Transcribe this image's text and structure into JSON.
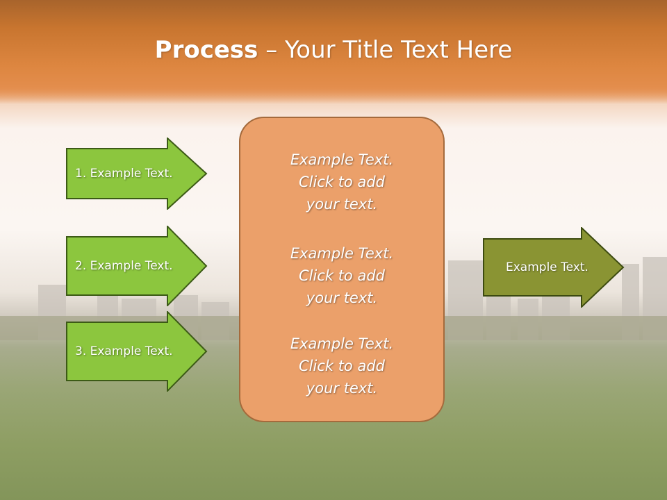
{
  "title": {
    "bold": "Process",
    "dash": "–",
    "rest": "Your Title Text Here"
  },
  "left_arrows": [
    {
      "label": "1. Example Text."
    },
    {
      "label": "2. Example Text."
    },
    {
      "label": "3. Example Text."
    }
  ],
  "center_box": {
    "paragraphs": [
      {
        "line1": "Example Text.",
        "line2": "Click  to add",
        "line3": "your text."
      },
      {
        "line1": "Example Text.",
        "line2": "Click  to add",
        "line3": "your text."
      },
      {
        "line1": "Example Text.",
        "line2": "Click  to add",
        "line3": "your text."
      }
    ]
  },
  "right_arrow": {
    "label": "Example Text."
  },
  "colors": {
    "green_arrow": "#8cc63e",
    "olive_arrow": "#8a9433",
    "box_fill": "#eba06a",
    "title_bar": "#dd8640"
  }
}
